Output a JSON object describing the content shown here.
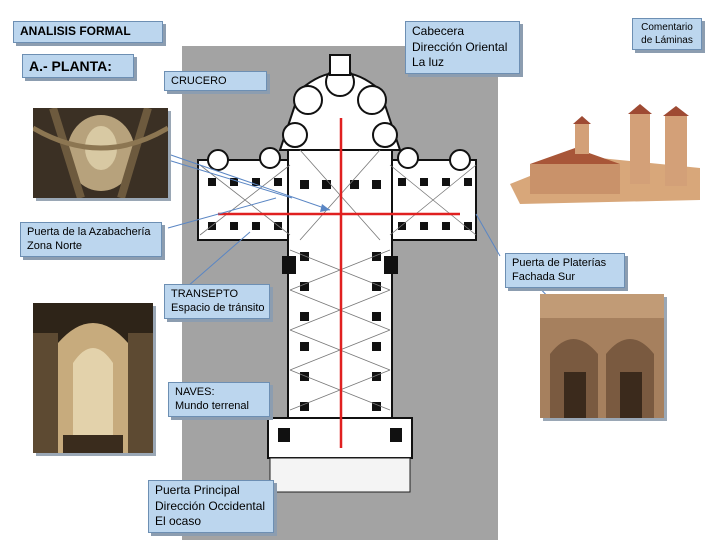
{
  "slide": {
    "header": "ANALISIS FORMAL",
    "section": "A.- PLANTA:",
    "comment_button": [
      "Comentario",
      "de Láminas"
    ]
  },
  "labels": {
    "crucero": [
      "CRUCERO"
    ],
    "cabecera": [
      "Cabecera",
      "Dirección Oriental",
      "La luz"
    ],
    "azabacheria": [
      "Puerta  de la Azabachería",
      "Zona Norte"
    ],
    "transepto": [
      "TRANSEPTO",
      "Espacio de tránsito"
    ],
    "platerias": [
      "Puerta  de Platerías",
      "Fachada Sur"
    ],
    "naves": [
      "NAVES:",
      "Mundo terrenal"
    ],
    "principal": [
      "Puerta Principal",
      "Dirección Occidental",
      "El ocaso"
    ]
  },
  "colors": {
    "label_bg": "#bcd6ee",
    "plan_bg": "#a3a3a3",
    "axis_line": "#e02020",
    "pointer_line": "#5a86c4"
  },
  "icons": {
    "plan": "cathedral-floor-plan",
    "exterior": "cathedral-exterior-model",
    "interior": "nave-interior-photo",
    "dome": "crossing-dome-photo",
    "portal": "platerias-portal-photo"
  }
}
